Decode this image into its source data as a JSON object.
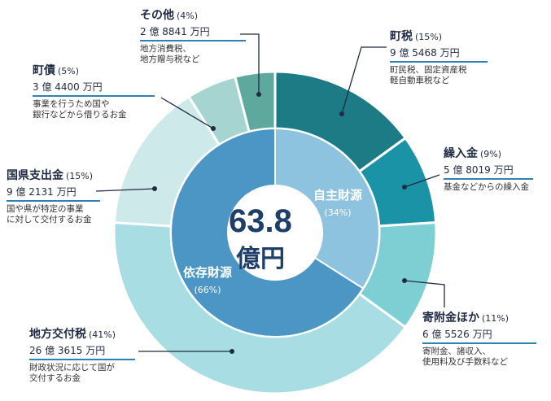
{
  "chart_data": {
    "type": "pie",
    "center": {
      "value": "63.8",
      "unit": "億円"
    },
    "inner": [
      {
        "name": "自主財源",
        "percent": "34%",
        "share": 34,
        "color": "#8ec3df",
        "text_color": "#ffffff"
      },
      {
        "name": "依存財源",
        "percent": "66%",
        "share": 66,
        "color": "#4b96c4",
        "text_color": "#ffffff"
      }
    ],
    "outer": [
      {
        "name": "町税",
        "percent": "15%",
        "share": 15,
        "amount": "9 億 5468 万円",
        "desc": "町民税、固定資産税\n軽自動車税など",
        "color": "#1d7b86"
      },
      {
        "name": "繰入金",
        "percent": "9%",
        "share": 9,
        "amount": "5 億 8019 万円",
        "desc": "基金などからの繰入金",
        "color": "#1b93a6"
      },
      {
        "name": "寄附金ほか",
        "percent": "11%",
        "share": 11,
        "amount": "6 億 5526 万円",
        "desc": "寄附金、諸収入、\n使用料及び手数料など",
        "color": "#7ecfd3"
      },
      {
        "name": "地方交付税",
        "percent": "41%",
        "share": 41,
        "amount": "26 億 3615 万円",
        "desc": "財政状況に応じて国が\n交付するお金",
        "color": "#a8dde3"
      },
      {
        "name": "国県支出金",
        "percent": "15%",
        "share": 15,
        "amount": "9 億 2131 万円",
        "desc": "国や県が特定の事業\nに対して交付するお金",
        "color": "#cde9ea"
      },
      {
        "name": "町債",
        "percent": "5%",
        "share": 5,
        "amount": "3 億 4400 万円",
        "desc": "事業を行うため国や\n銀行などから借りるお金",
        "color": "#a6d4d0"
      },
      {
        "name": "その他",
        "percent": "4%",
        "share": 4,
        "amount": "2 億 8841 万円",
        "desc": "地方消費税、\n地方贈与税など",
        "color": "#5ea89d"
      }
    ]
  },
  "colors": {
    "label_rule": "#2f7fb8",
    "center_text": "#1f3f6b"
  }
}
